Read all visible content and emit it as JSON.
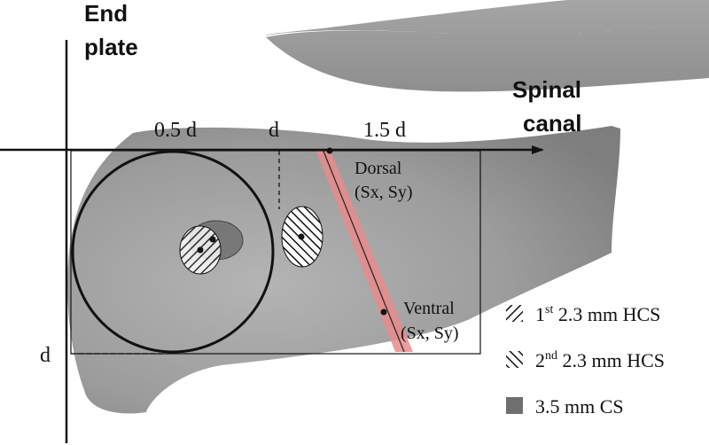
{
  "axis_labels": {
    "end_plate_line1": "End",
    "end_plate_line2": "plate",
    "spinal_canal_line1": "Spinal",
    "spinal_canal_line2": "canal"
  },
  "distance_labels": {
    "half_d": "0.5 d",
    "d_top": "d",
    "one_half_d": "1.5 d",
    "d_left": "d"
  },
  "points": {
    "dorsal_line1": "Dorsal",
    "dorsal_line2": "(Sx, Sy)",
    "ventral_line1": "Ventral",
    "ventral_line2": "(Sx, Sy)"
  },
  "legend": {
    "items": [
      {
        "prefix": "1",
        "superscript": "st",
        "suffix": " 2.3 mm HCS",
        "symbol": "hatch-left-icon"
      },
      {
        "prefix": "2",
        "superscript": "nd",
        "suffix": " 2.3 mm HCS",
        "symbol": "hatch-right-icon"
      },
      {
        "prefix": "3.5 mm CS",
        "superscript": "",
        "suffix": "",
        "symbol": "grey-fill-icon"
      }
    ]
  },
  "colors": {
    "bone_fill": "#9a9a9a",
    "trajectory_band": "#e98b8b",
    "cs_fill": "#6f6f6f"
  }
}
